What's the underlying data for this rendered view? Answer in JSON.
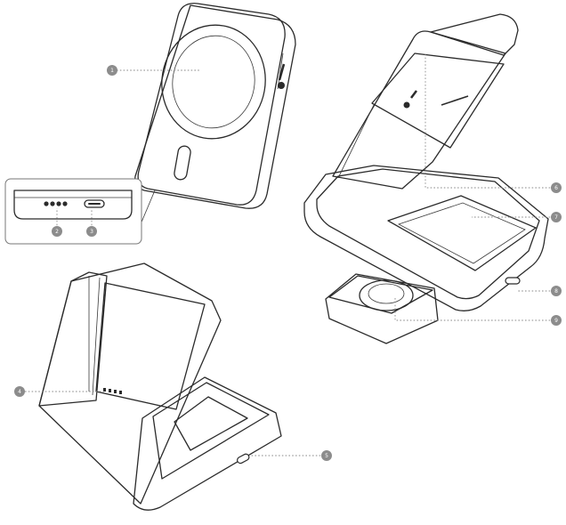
{
  "callouts": [
    {
      "id": "1",
      "label": "1"
    },
    {
      "id": "2",
      "label": "2"
    },
    {
      "id": "3",
      "label": "3"
    },
    {
      "id": "4",
      "label": "4"
    },
    {
      "id": "5",
      "label": "5"
    },
    {
      "id": "6",
      "label": "6"
    },
    {
      "id": "7",
      "label": "7"
    },
    {
      "id": "8",
      "label": "8"
    },
    {
      "id": "9",
      "label": "9"
    }
  ],
  "colors": {
    "line": "#2b2b2b",
    "shade": "#d9d9d9",
    "dark": "#3c3c3c",
    "callout": "#8c8c8c"
  }
}
